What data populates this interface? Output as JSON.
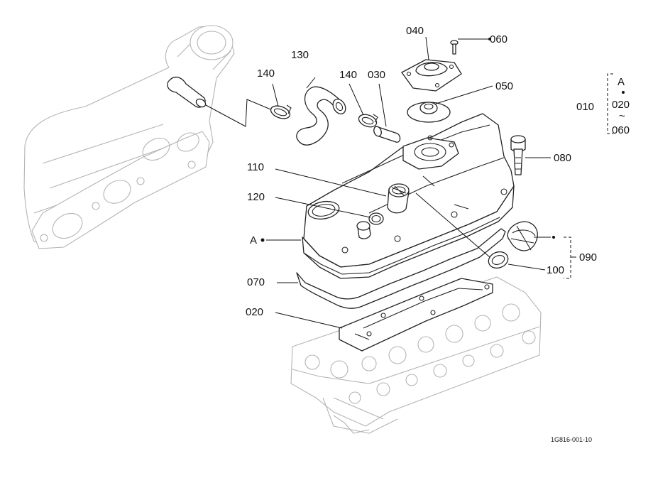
{
  "parts": {
    "p010": "010",
    "p020": "020",
    "p030": "030",
    "p040": "040",
    "p050": "050",
    "p060": "060",
    "p070": "070",
    "p080": "080",
    "p090": "090",
    "p100": "100",
    "p110": "110",
    "p120": "120",
    "p130": "130",
    "p140a": "140",
    "p140b": "140",
    "pA": "A"
  },
  "group": {
    "ref": "A",
    "from": "020",
    "tilde": "~",
    "to": "060"
  },
  "drawing_code": "1G816-001-10"
}
